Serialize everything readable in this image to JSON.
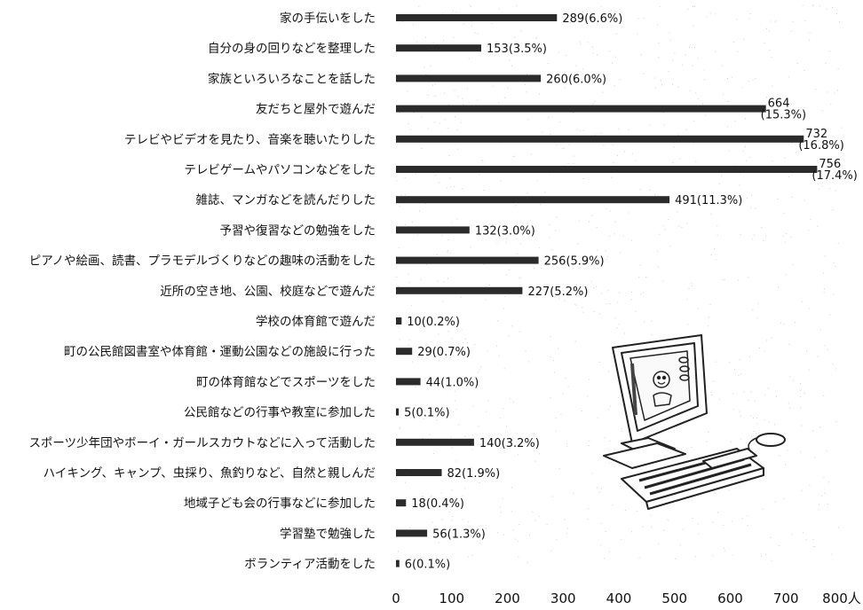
{
  "chart_data": {
    "type": "bar",
    "orientation": "horizontal",
    "categories": [
      "家の手伝いをした",
      "自分の身の回りなどを整理した",
      "家族といろいろなことを話した",
      "友だちと屋外で遊んだ",
      "テレビやビデオを見たり、音楽を聴いたりした",
      "テレビゲームやパソコンなどをした",
      "雑誌、マンガなどを読んだりした",
      "予習や復習などの勉強をした",
      "ピアノや絵画、読書、プラモデルづくりなどの趣味の活動をした",
      "近所の空き地、公園、校庭などで遊んだ",
      "学校の体育館で遊んだ",
      "町の公民館図書室や体育館・運動公園などの施設に行った",
      "町の体育館などでスポーツをした",
      "公民館などの行事や教室に参加した",
      "スポーツ少年団やボーイ・ガールスカウトなどに入って活動した",
      "ハイキング、キャンプ、虫採り、魚釣りなど、自然と親しんだ",
      "地域子ども会の行事などに参加した",
      "学習塾で勉強した",
      "ボランティア活動をした"
    ],
    "values": [
      289,
      153,
      260,
      664,
      732,
      756,
      491,
      132,
      256,
      227,
      10,
      29,
      44,
      5,
      140,
      82,
      18,
      56,
      6
    ],
    "labels": [
      "289(6.6%)",
      "153(3.5%)",
      "260(6.0%)",
      "664 (15.3%)",
      "732 (16.8%)",
      "756 (17.4%)",
      "491(11.3%)",
      "132(3.0%)",
      "256(5.9%)",
      "227(5.2%)",
      "10(0.2%)",
      "29(0.7%)",
      "44(1.0%)",
      "5(0.1%)",
      "140(3.2%)",
      "82(1.9%)",
      "18(0.4%)",
      "56(1.3%)",
      "6(0.1%)"
    ],
    "xticks": [
      "0",
      "100",
      "200",
      "300",
      "400",
      "500",
      "600",
      "700",
      "800人"
    ],
    "xlim": [
      0,
      800
    ],
    "grid": false,
    "bar_color": "#2b2b2b"
  },
  "illustration": {
    "icon": "computer-icon"
  }
}
